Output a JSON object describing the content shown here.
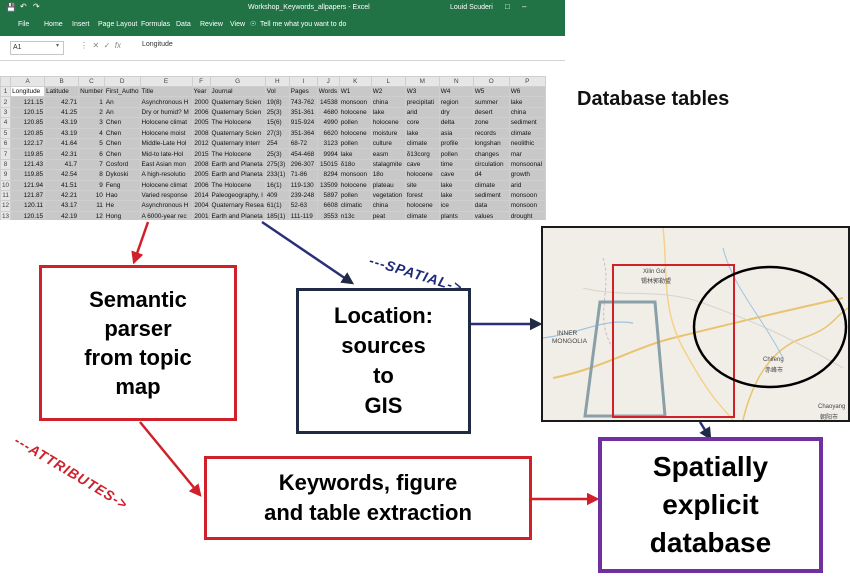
{
  "excel": {
    "title_bar": {
      "window_title": "Workshop_Keywords_allpapers  -  Excel",
      "user": "Louid Scuderi"
    },
    "ribbon": {
      "tabs": [
        "File",
        "Home",
        "Insert",
        "Page Layout",
        "Formulas",
        "Data",
        "Review",
        "View"
      ],
      "tell_me": "Tell me what you want to do"
    },
    "formula_bar": {
      "name_box": "A1",
      "value": "Longitude"
    },
    "columns": [
      "A",
      "B",
      "C",
      "D",
      "E",
      "F",
      "G",
      "H",
      "I",
      "J",
      "K",
      "L",
      "M",
      "N",
      "O",
      "P"
    ],
    "headers": [
      "Longitude",
      "Latitude",
      "Number",
      "First_Autho",
      "Title",
      "Year",
      "Journal",
      "Vol",
      "Pages",
      "Words",
      "W1",
      "W2",
      "W3",
      "W4",
      "W5",
      "W6"
    ],
    "rows": [
      [
        "121.15",
        "42.71",
        "1",
        "An",
        "Asynchronous H",
        "2000",
        "Quaternary Scien",
        "19(8)",
        "743-762",
        "14538",
        "monsoon",
        "china",
        "precipitati",
        "region",
        "summer",
        "lake"
      ],
      [
        "120.15",
        "41.25",
        "2",
        "An",
        "Dry or humid? M",
        "2006",
        "Quaternary Scien",
        "25(3)",
        "351-361",
        "4680",
        "holocene",
        "lake",
        "arid",
        "dry",
        "desert",
        "china"
      ],
      [
        "120.85",
        "43.19",
        "3",
        "Chen",
        "Holocene climat",
        "2005",
        "The Holocene",
        "15(6)",
        "915-924",
        "4990",
        "pollen",
        "holocene",
        "core",
        "delta",
        "zone",
        "sediment"
      ],
      [
        "120.85",
        "43.19",
        "4",
        "Chen",
        "Holocene moist",
        "2008",
        "Quaternary Scien",
        "27(3)",
        "351-364",
        "6620",
        "holocene",
        "moisture",
        "lake",
        "asia",
        "records",
        "climate"
      ],
      [
        "122.17",
        "41.64",
        "5",
        "Chen",
        "Middle-Late Hol",
        "2012",
        "Quaternary Interr",
        "254",
        "68-72",
        "3123",
        "pollen",
        "culture",
        "climate",
        "profile",
        "longshan",
        "neolithic"
      ],
      [
        "119.85",
        "42.31",
        "6",
        "Chen",
        "Mid-to late-Hol",
        "2015",
        "The Holocene",
        "25(3)",
        "454-468",
        "9994",
        "lake",
        "easm",
        "δ13corg",
        "pollen",
        "changes",
        "mar"
      ],
      [
        "121.43",
        "41.7",
        "7",
        "Cosford",
        "East Asian mon",
        "2008",
        "Earth and Planeta",
        "275(3)",
        "296-307",
        "15015",
        "δ18o",
        "stalagmite",
        "cave",
        "time",
        "circulation",
        "monsoonal"
      ],
      [
        "119.85",
        "42.54",
        "8",
        "Dykoski",
        "A high-resolutio",
        "2005",
        "Earth and Planeta",
        "233(1)",
        "71-86",
        "8294",
        "monsoon",
        "18o",
        "holocene",
        "cave",
        "d4",
        "growth"
      ],
      [
        "121.94",
        "41.51",
        "9",
        "Feng",
        "Holocene climat",
        "2006",
        "The Holocene",
        "16(1)",
        "119-130",
        "13509",
        "holocene",
        "plateau",
        "site",
        "lake",
        "climate",
        "arid"
      ],
      [
        "121.87",
        "42.21",
        "10",
        "Hao",
        "Varied response",
        "2014",
        "Paleogeography, I",
        "409",
        "239-248",
        "5897",
        "pollen",
        "vegetation",
        "forest",
        "lake",
        "sediment",
        "monsoon"
      ],
      [
        "120.11",
        "43.17",
        "11",
        "He",
        "Asynchronous H",
        "2004",
        "Quaternary Resea",
        "61(1)",
        "52-63",
        "6608",
        "climatic",
        "china",
        "holocene",
        "ice",
        "data",
        "monsoon"
      ],
      [
        "120.15",
        "42.19",
        "12",
        "Hong",
        "A 6000-year rec",
        "2001",
        "Earth and Planeta",
        "185(1)",
        "111-119",
        "3553",
        "n13c",
        "peat",
        "climate",
        "plants",
        "values",
        "drought"
      ]
    ]
  },
  "labels": {
    "database_tables": "Database tables",
    "spatial": "---SPATIAL->",
    "attributes": "---ATTRIBUTES->"
  },
  "boxes": {
    "semantic_parser": [
      "Semantic",
      "parser",
      "from topic",
      "map"
    ],
    "location": [
      "Location:",
      "sources",
      "to",
      "GIS"
    ],
    "keywords": [
      "Keywords, figure",
      "and  table extraction"
    ],
    "spatial_db": [
      "Spatially",
      "explicit",
      "database"
    ]
  },
  "map": {
    "labels": [
      "Xilin Gol",
      "锡林郭勒盟",
      "INNER",
      "MONGOLIA",
      "Chifeng",
      "赤峰市",
      "Chaoyang",
      "朝阳市"
    ]
  },
  "colors": {
    "red": "#d0202a",
    "navy": "#1f2a44",
    "purple": "#7030a0",
    "excel_green": "#217346",
    "map_circle": "#000000",
    "map_trapezoid": "#8aa0a8"
  }
}
